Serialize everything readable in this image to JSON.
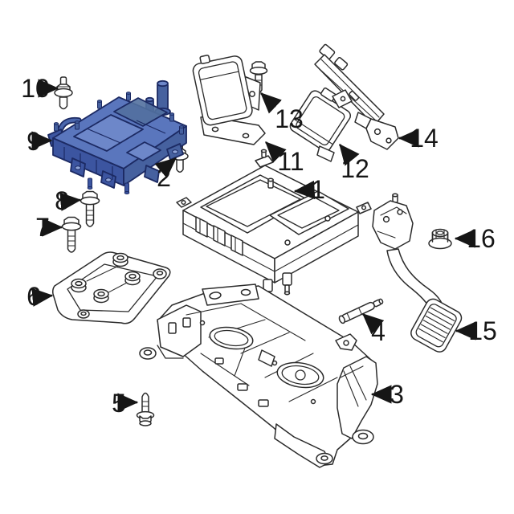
{
  "diagram": {
    "type": "exploded-parts-diagram",
    "background_color": "#ffffff",
    "line_color": "#2b2b2b",
    "highlight": {
      "part_number": "9",
      "fill": "#4b67ad",
      "top_fill": "#6d87c9",
      "side_fill": "#3c55a0",
      "outline": "#1c2a63"
    },
    "callouts": [
      {
        "number": "1",
        "part": "inverter-assembly"
      },
      {
        "number": "2",
        "part": "mounting-stud"
      },
      {
        "number": "3",
        "part": "subframe-crossmember"
      },
      {
        "number": "4",
        "part": "damper-rod"
      },
      {
        "number": "5",
        "part": "mounting-bolt"
      },
      {
        "number": "6",
        "part": "support-bracket"
      },
      {
        "number": "7",
        "part": "flange-bolt"
      },
      {
        "number": "8",
        "part": "flange-bolt"
      },
      {
        "number": "9",
        "part": "converter-module-highlighted"
      },
      {
        "number": "10",
        "part": "mounting-stud"
      },
      {
        "number": "11",
        "part": "module-with-bracket"
      },
      {
        "number": "12",
        "part": "control-module"
      },
      {
        "number": "13",
        "part": "flange-bolt"
      },
      {
        "number": "14",
        "part": "long-mounting-bracket"
      },
      {
        "number": "15",
        "part": "accelerator-pedal"
      },
      {
        "number": "16",
        "part": "flange-nut"
      }
    ]
  }
}
